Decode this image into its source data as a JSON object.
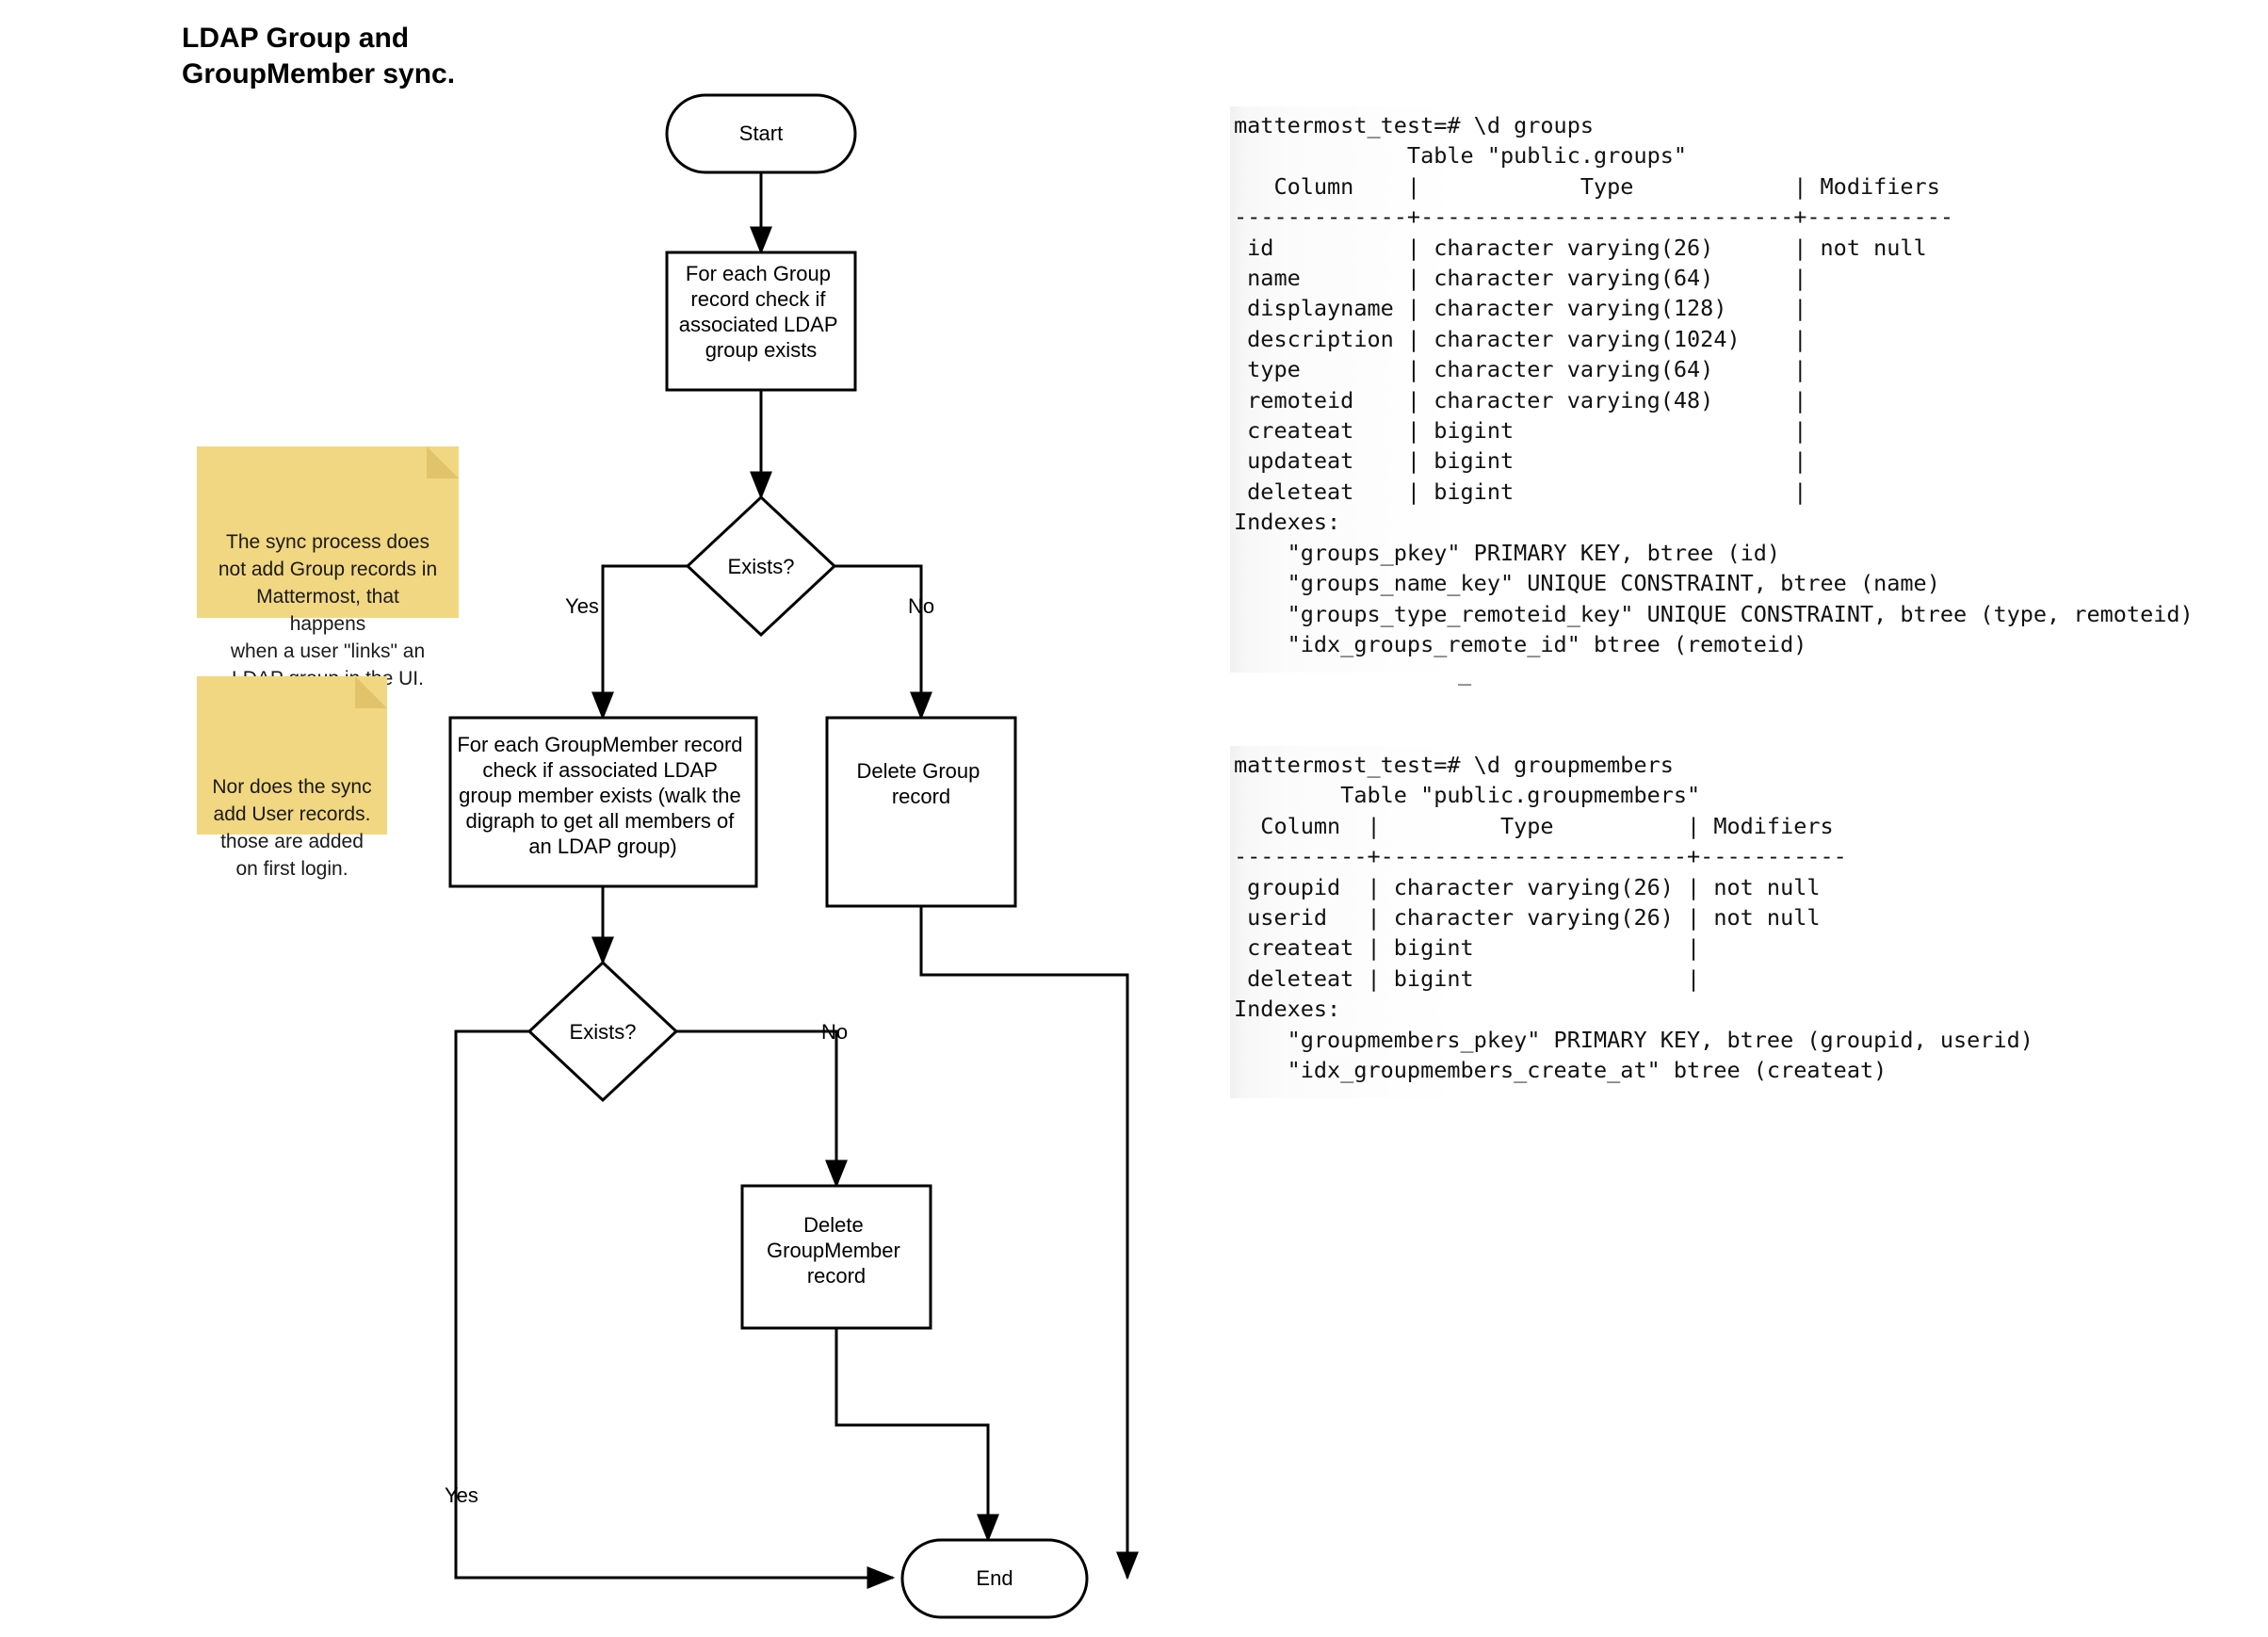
{
  "title": "LDAP Group and\nGroupMember sync.",
  "flowchart": {
    "nodes": {
      "start": "Start",
      "check_group": "For each Group\nrecord check if\nassociated LDAP\ngroup exists",
      "exists_group": "Exists?",
      "check_groupmember": "For each GroupMember record\ncheck if associated LDAP\ngroup member exists (walk the\ndigraph to get all members of\nan LDAP group)",
      "delete_group": "Delete Group\nrecord",
      "exists_groupmember": "Exists?",
      "delete_groupmember": "Delete\nGroupMember\nrecord",
      "end": "End"
    },
    "edge_labels": {
      "group_yes": "Yes",
      "group_no": "No",
      "member_no": "No",
      "member_yes": "Yes"
    }
  },
  "notes": [
    {
      "id": "note-1",
      "text": "The sync process does\nnot add Group records in\nMattermost, that happens\nwhen a user \"links\" an\nLDAP group in the UI."
    },
    {
      "id": "note-2",
      "text": "Nor does the sync\nadd User records.\nthose are added\non first login."
    }
  ],
  "terminals": [
    {
      "id": "terminal-groups",
      "prompt": "mattermost_test=# \\d groups",
      "text": "mattermost_test=# \\d groups\n             Table \"public.groups\"\n   Column    |            Type            | Modifiers \n-------------+----------------------------+-----------\n id          | character varying(26)      | not null\n name        | character varying(64)      |\n displayname | character varying(128)     |\n description | character varying(1024)    |\n type        | character varying(64)      |\n remoteid    | character varying(48)      |\n createat    | bigint                     |\n updateat    | bigint                     |\n deleteat    | bigint                     |\nIndexes:\n    \"groups_pkey\" PRIMARY KEY, btree (id)\n    \"groups_name_key\" UNIQUE CONSTRAINT, btree (name)\n    \"groups_type_remoteid_key\" UNIQUE CONSTRAINT, btree (type, remoteid)\n    \"idx_groups_remote_id\" btree (remoteid)",
      "cursor": "_"
    },
    {
      "id": "terminal-groupmembers",
      "prompt": "mattermost_test=# \\d groupmembers",
      "text": "mattermost_test=# \\d groupmembers\n        Table \"public.groupmembers\"\n  Column  |         Type          | Modifiers \n----------+-----------------------+-----------\n groupid  | character varying(26) | not null\n userid   | character varying(26) | not null\n createat | bigint                |\n deleteat | bigint                |\nIndexes:\n    \"groupmembers_pkey\" PRIMARY KEY, btree (groupid, userid)\n    \"idx_groupmembers_create_at\" btree (createat)"
    }
  ],
  "colors": {
    "note_fill": "#F1D781",
    "note_fold": "#E0C36B",
    "stroke": "#000000",
    "background": "#FFFFFF"
  }
}
